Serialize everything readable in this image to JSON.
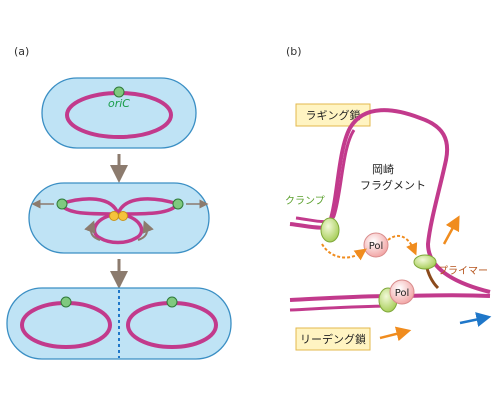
{
  "panel_a": {
    "label": "(a)",
    "origin_label": "oriC"
  },
  "panel_b": {
    "label": "(b)",
    "lagging_strand": "ラギング鎖",
    "leading_strand": "リーデング鎖",
    "okazaki_line1": "岡崎",
    "okazaki_line2": "フラグメント",
    "clamp": "クランプ",
    "primer": "プライマー",
    "pol_upper": "Pol",
    "pol_lower": "Pol"
  },
  "colors": {
    "cell_fill": "#bfe3f5",
    "cell_stroke": "#3b8fc4",
    "dna": "#c23a8c",
    "origin": "#7fc97f",
    "fork": "#f5c33b",
    "arrow_gray": "#8c7b6e",
    "arrow_orange": "#f08c1e",
    "arrow_blue": "#1f77c9",
    "pol_fill": "#f7c6c6",
    "clamp_fill": "#cfe59a",
    "primer": "#8b4a1c",
    "label_box": "#fff4c2",
    "label_box_stroke": "#e3b84e"
  }
}
